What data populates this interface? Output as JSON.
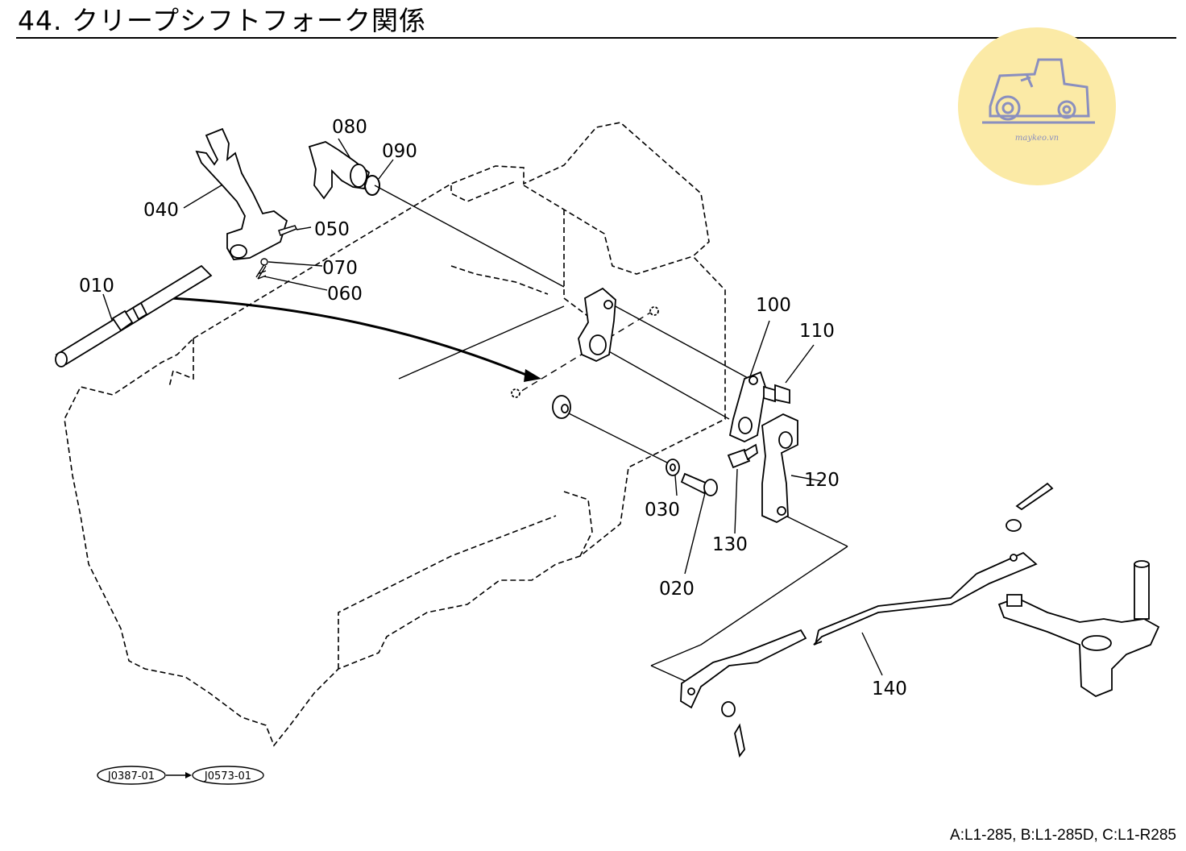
{
  "page": {
    "title": "44. クリープシフトフォーク関係",
    "footer_models": "A:L1-285, B:L1-285D, C:L1-R285"
  },
  "watermark": {
    "text": "maykeo.vn",
    "icon": "tractor-icon",
    "color": "#fbeaa6"
  },
  "parts": [
    {
      "id": "010"
    },
    {
      "id": "020"
    },
    {
      "id": "030"
    },
    {
      "id": "040"
    },
    {
      "id": "050"
    },
    {
      "id": "060"
    },
    {
      "id": "070"
    },
    {
      "id": "080"
    },
    {
      "id": "090"
    },
    {
      "id": "100"
    },
    {
      "id": "110"
    },
    {
      "id": "120"
    },
    {
      "id": "130"
    },
    {
      "id": "140"
    }
  ],
  "references": {
    "from": "J0387-01",
    "to": "J0573-01"
  }
}
